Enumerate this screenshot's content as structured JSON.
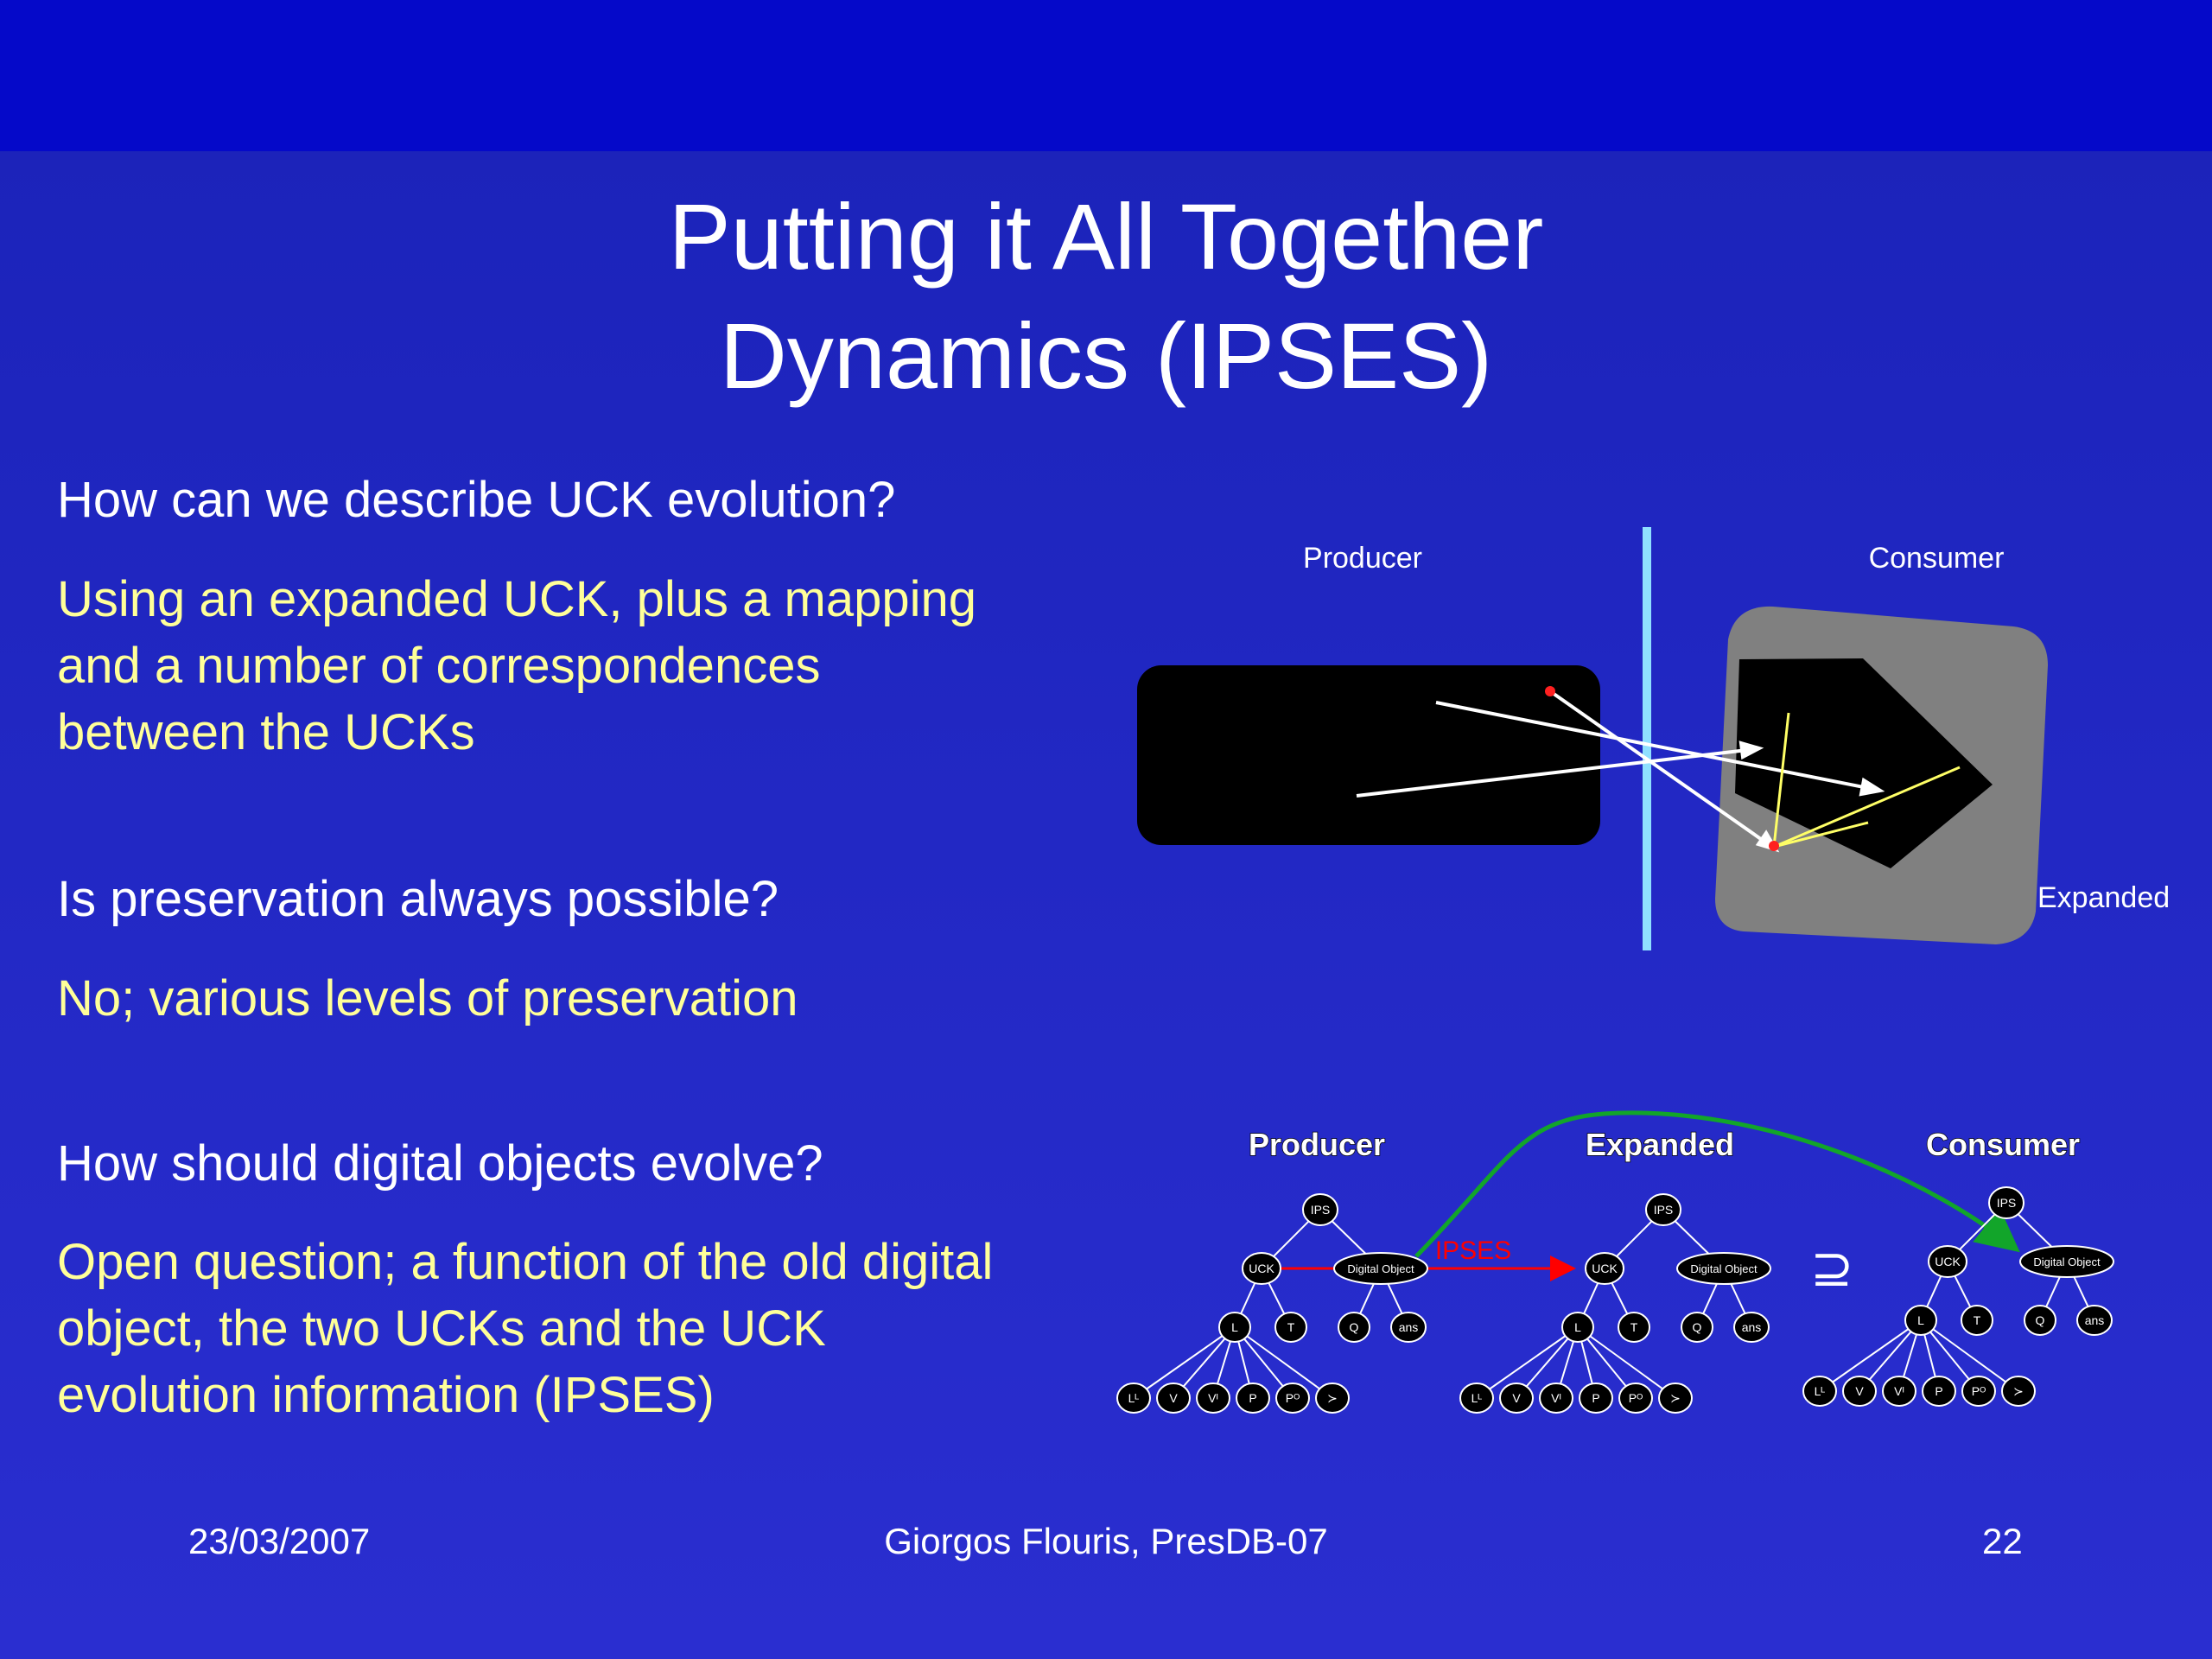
{
  "slide": {
    "title_line1": "Putting it All Together",
    "title_line2": "Dynamics (IPSES)",
    "items": [
      {
        "question": "How can we describe UCK evolution?",
        "answer_lines": [
          "Using an expanded UCK, plus a mapping",
          "and a number of correspondences",
          "between the UCKs"
        ]
      },
      {
        "question": "Is preservation always possible?",
        "answer_lines": [
          "No; various levels of preservation"
        ]
      },
      {
        "question": "How should digital objects evolve?",
        "answer_lines": [
          "Open question; a function of the old digital",
          "object, the two UCKs and the UCK",
          "evolution information (IPSES)"
        ]
      }
    ],
    "footer": {
      "date": "23/03/2007",
      "author": "Giorgos Flouris, PresDB-07",
      "page": "22"
    }
  },
  "diagram_top": {
    "producer": "Producer",
    "consumer": "Consumer",
    "expanded": "Expanded"
  },
  "diagram_bottom": {
    "producer": "Producer",
    "expanded": "Expanded",
    "consumer": "Consumer",
    "ipses": "IPSES",
    "superset": "⊇",
    "nodes": {
      "root": "IPS",
      "uck": "UCK",
      "obj": "Digital Object",
      "l": "L",
      "t": "T",
      "q": "Q",
      "ans": "ans",
      "leaves": [
        "Lᴸ",
        "V",
        "Vᴵ",
        "P",
        "Pᴼ",
        "≻"
      ]
    }
  },
  "colors": {
    "background": "#2a2ed0",
    "top_band": "#0509c9",
    "question_text": "#ffffff",
    "answer_text": "#ffff99",
    "divider": "#8fe0ff",
    "ipses_arrow": "#ff0000",
    "green_arrow": "#12a52a"
  }
}
